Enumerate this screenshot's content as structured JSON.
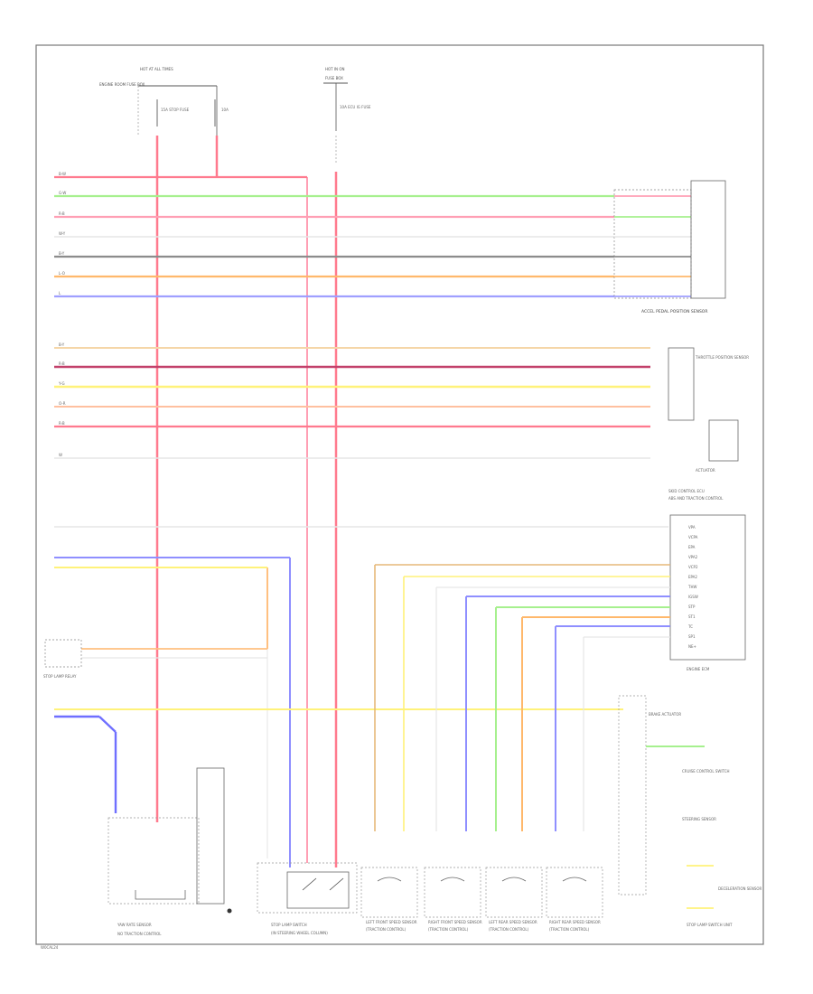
{
  "footer_code": "W0CAL24",
  "colors": {
    "red": "#ff7a8e",
    "green": "#a6f08e",
    "pink": "#ff9fb4",
    "white_wire": "#d9d9d9",
    "black": "#8c8c8c",
    "orange": "#ffb86b",
    "blue": "#8f8fff",
    "tan": "#f0c58a",
    "redblack": "#c2406a",
    "yellow": "#fff27a",
    "yellowred": "#ffc0a0",
    "gray_box": "#707070"
  },
  "components": {
    "top_left_label": "HOT AT ALL TIMES",
    "top_left_sub": "ENGINE ROOM FUSE BOX",
    "fuse1": "15A STOP FUSE",
    "fuse2": "10A",
    "top_right_label": "HOT IN ON",
    "top_right_sub": "FUSE BOX",
    "fuse3": "10A ECU IG FUSE",
    "accel_sensor": "ACCEL PEDAL POSITION SENSOR",
    "throttle_sensor": "THROTTLE POSITION SENSOR",
    "actuator": "ACTUATOR",
    "ecm_label": "SKID CONTROL ECU",
    "ecm_sub": "ABS AND TRACTION CONTROL",
    "ecm_module": "ENGINE ECM",
    "stop_lamp_relay": "STOP LAMP RELAY",
    "yaw_sensor": "YAW RATE SENSOR",
    "yaw_sub": "NO TRACTION CONTROL",
    "stop_switch": "STOP LAMP SWITCH",
    "stop_switch_sub": "(IN STEERING WHEEL COLUMN)",
    "ws_lf": "LEFT FRONT SPEED SENSOR",
    "ws_rf": "RIGHT FRONT SPEED SENSOR",
    "ws_lr": "LEFT REAR SPEED SENSOR",
    "ws_rr": "RIGHT REAR SPEED SENSOR",
    "ws_sub": "(TRACTION CONTROL)",
    "brake_module": "BRAKE ACTUATOR",
    "cruise_switch": "CRUISE CONTROL SWITCH",
    "steering_sensor": "STEERING SENSOR",
    "decel_sensor": "DECELERATION SENSOR",
    "stop_lamp_module": "STOP LAMP SWITCH UNIT"
  },
  "wire_labels": {
    "r1": "B-W",
    "r2": "G-W",
    "r3": "R-B",
    "r4": "W-Y",
    "r5": "B-Y",
    "r6": "L-O",
    "r7": "L",
    "r8": "B-Y",
    "r9": "R-B",
    "r10": "Y-G",
    "r11": "O-R",
    "r12": "R-B",
    "r13": "W"
  },
  "ecm_pins": [
    "VPA",
    "VCPA",
    "EPA",
    "VPA2",
    "VCP2",
    "EPA2",
    "THW",
    "IGSW",
    "STP",
    "ST1",
    "TC",
    "SP1",
    "NE+"
  ]
}
